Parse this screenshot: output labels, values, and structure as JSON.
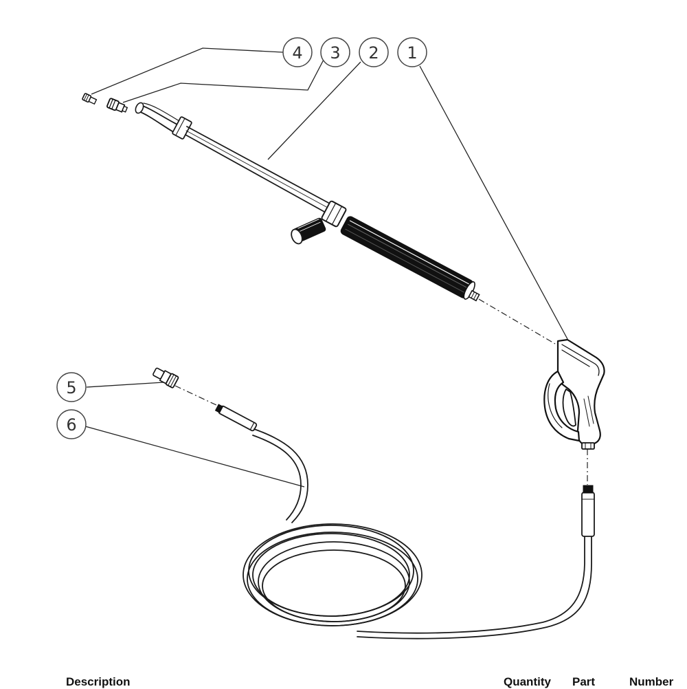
{
  "callouts": {
    "trigger_gun": "1",
    "lance": "2",
    "nozzle_adapter": "3",
    "nozzle_tip": "4",
    "hose_coupler": "5",
    "hose": "6"
  },
  "footer": {
    "description_label": "Description",
    "quantity_label": "Quantity",
    "part_label": "Part",
    "number_label": "Number"
  },
  "colors": {
    "line": "#1a1a1a",
    "callout_stroke": "#444444",
    "fill_dark": "#111111"
  }
}
